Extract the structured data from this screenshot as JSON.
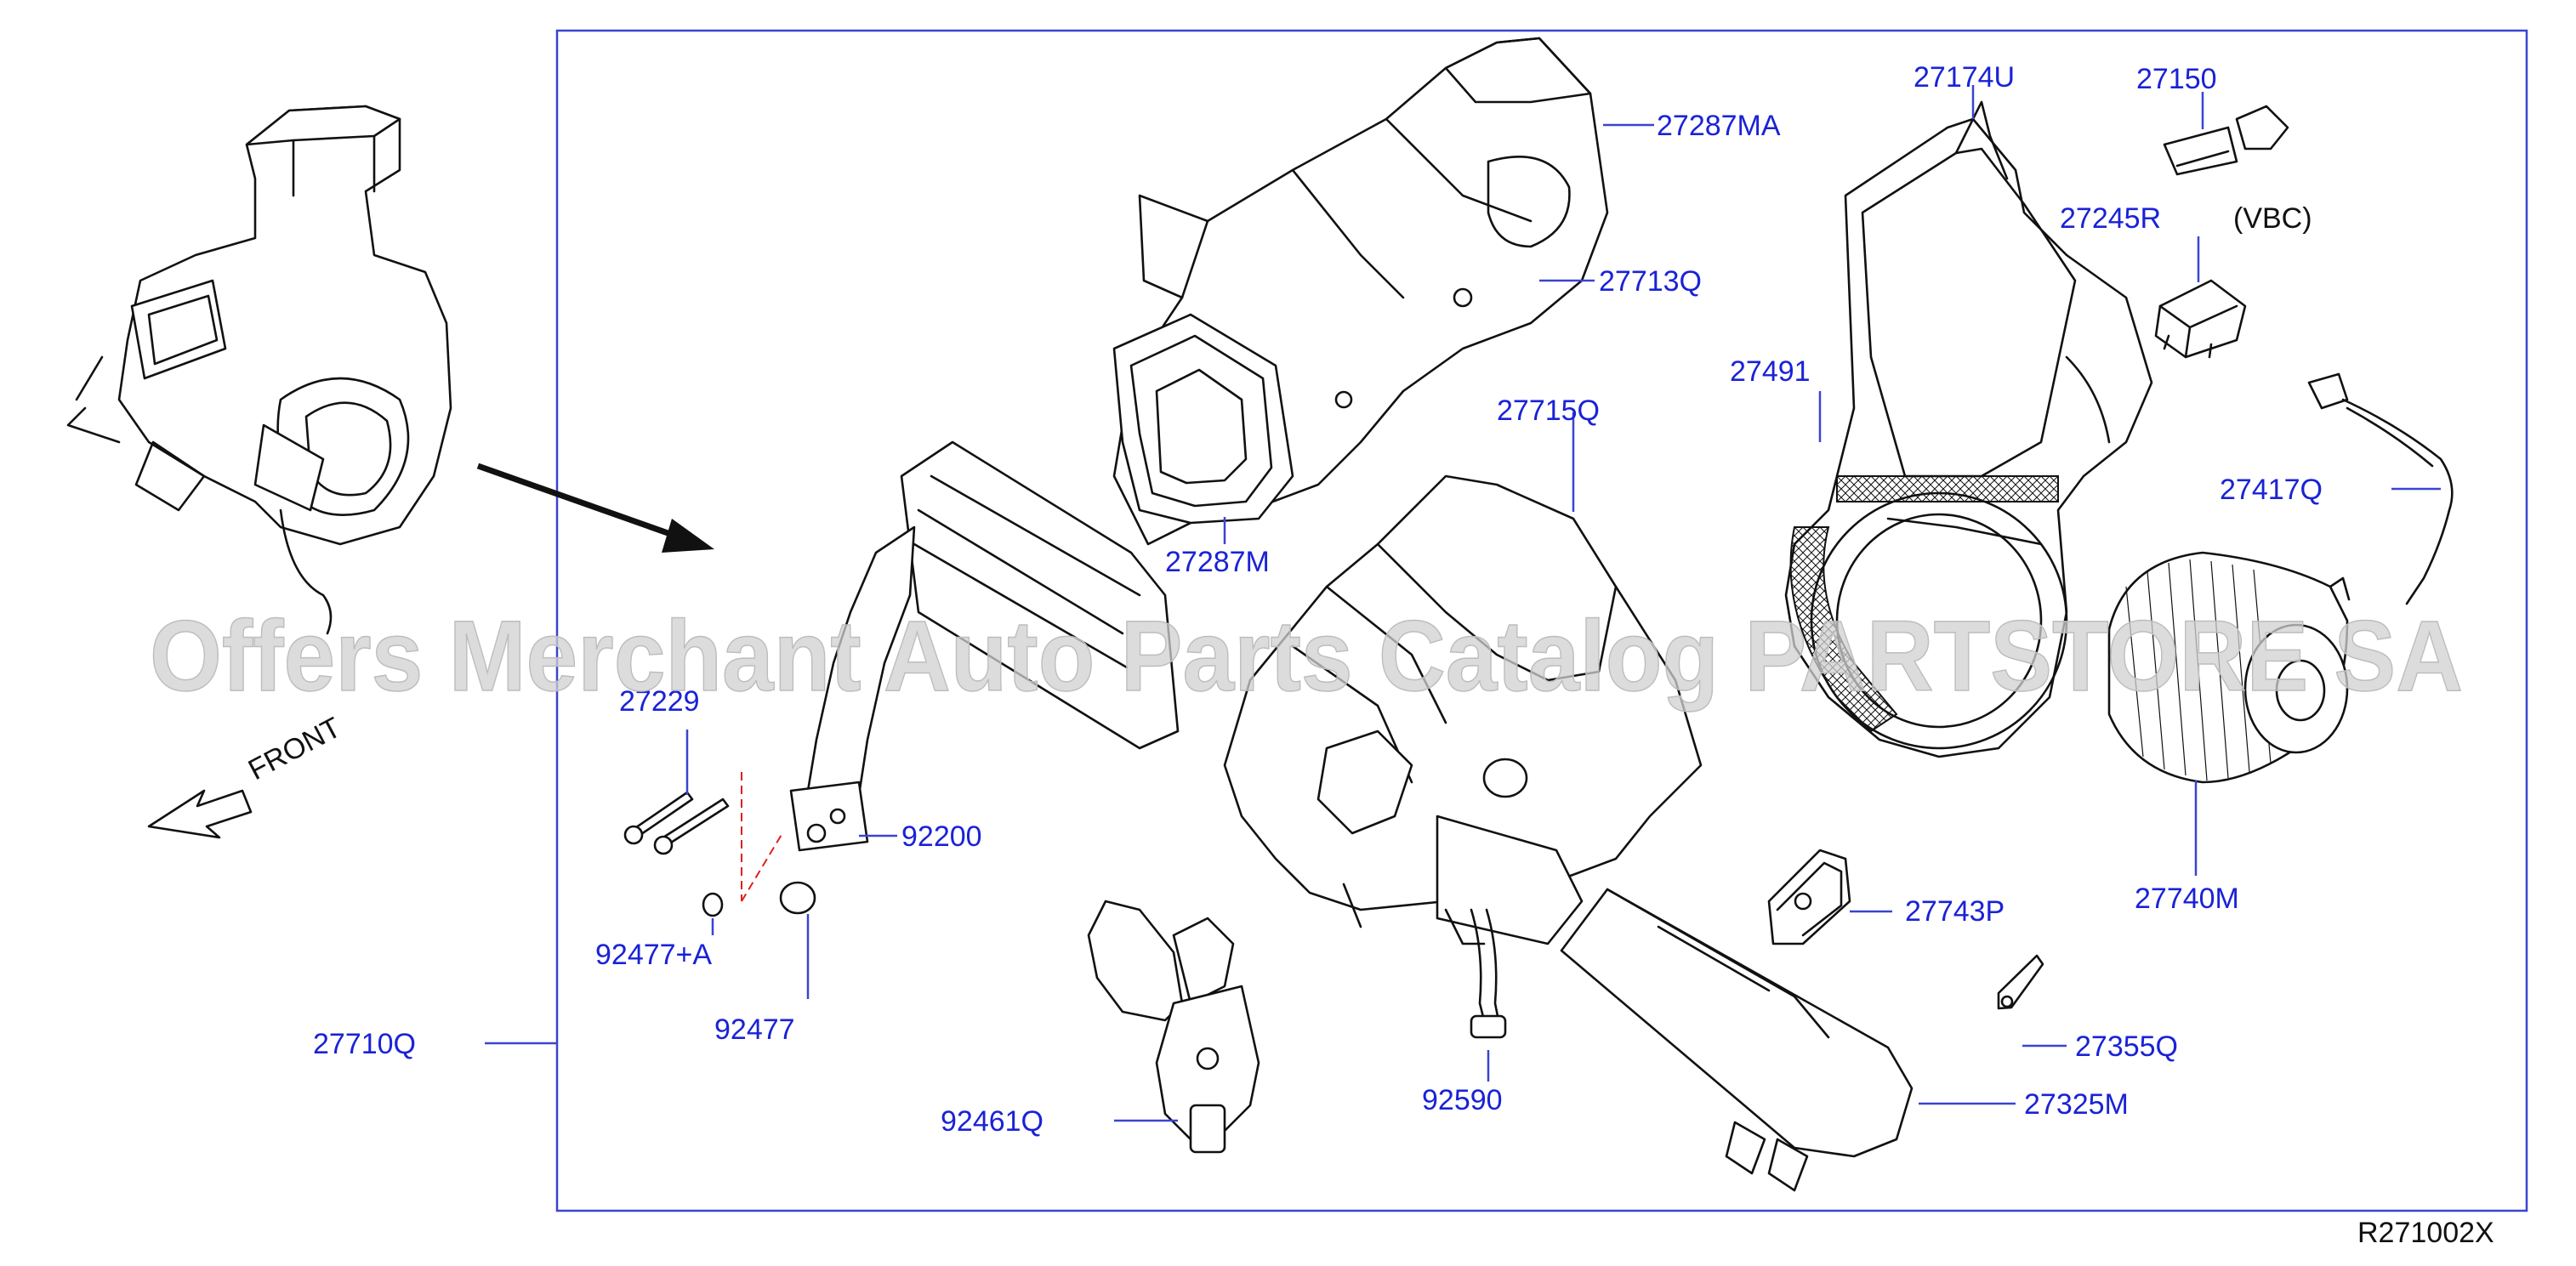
{
  "watermark": "Offers Merchant Auto Parts Catalog PARTSTORE SA",
  "diagram_code": "R271002X",
  "front_label": "FRONT",
  "vbc_note": "(VBC)",
  "parts": {
    "p27287MA": "27287MA",
    "p27713Q": "27713Q",
    "p27287M": "27287M",
    "p27715Q": "27715Q",
    "p27174U": "27174U",
    "p27150": "27150",
    "p27245R": "27245R",
    "p27491": "27491",
    "p27417Q": "27417Q",
    "p27740M": "27740M",
    "p27743P": "27743P",
    "p27355Q": "27355Q",
    "p27325M": "27325M",
    "p92590": "92590",
    "p92461Q": "92461Q",
    "p92200": "92200",
    "p27229": "27229",
    "p92477A": "92477+A",
    "p92477": "92477",
    "p27710Q": "27710Q"
  }
}
